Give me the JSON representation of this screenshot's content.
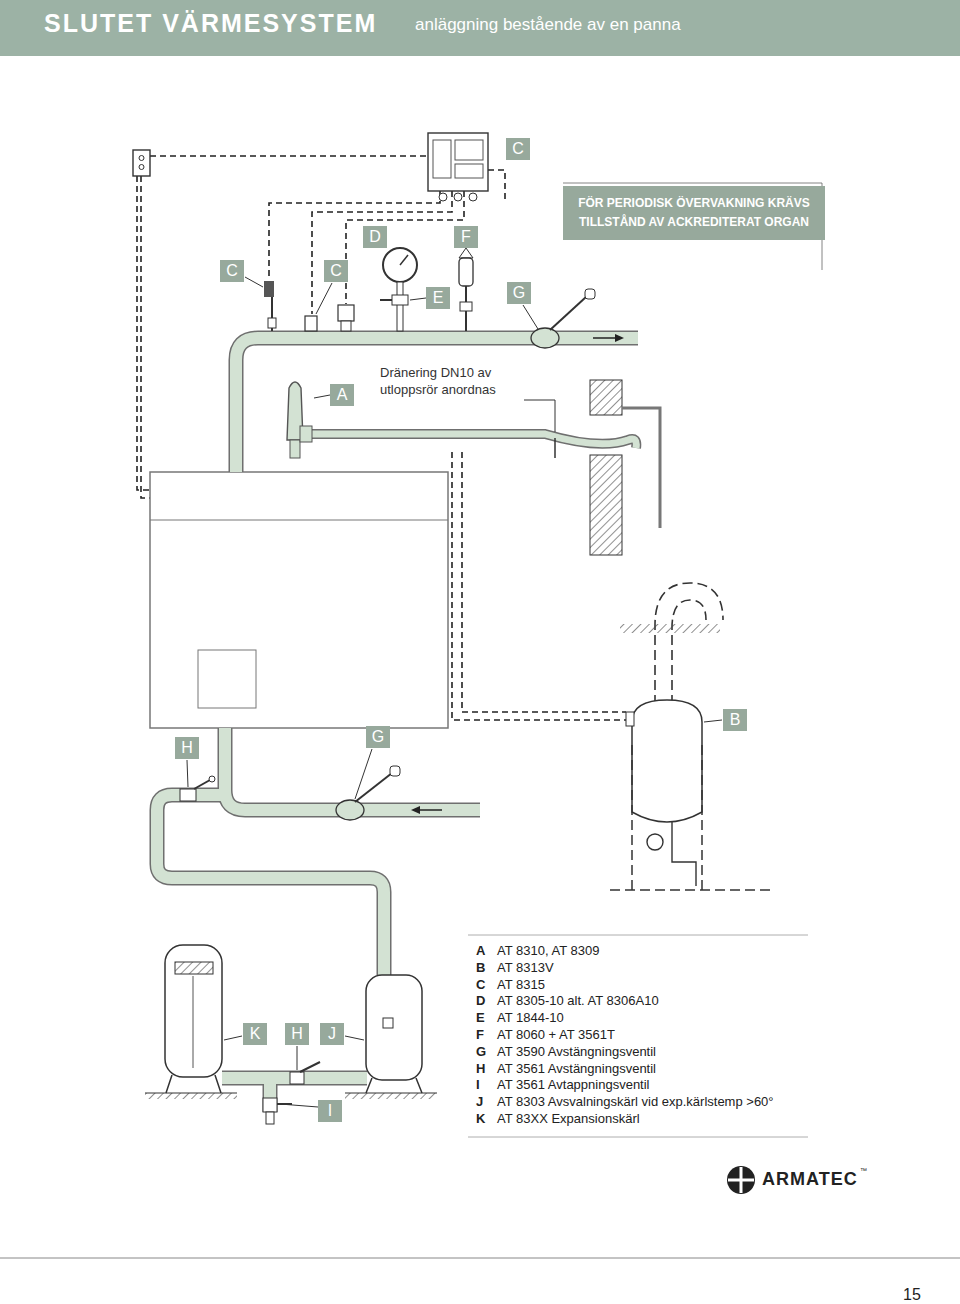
{
  "diagram": {
    "title": "SLUTET VÄRMESYSTEM",
    "nodes": [
      {
        "text": [
          "C"
        ]
      },
      {
        "text": [
          "FÖR PERIODISK ÖVERVAKNING KRÄVS TILLSTÅND AV ACKREDITERAT ORGAN"
        ]
      },
      {
        "text": [
          "D"
        ]
      },
      {
        "text": [
          "F"
        ]
      },
      {
        "text": [
          "C"
        ]
      },
      {
        "text": [
          "C"
        ]
      },
      {
        "text": [
          "G"
        ]
      },
      {
        "text": [
          "E"
        ]
      },
      {
        "text": [
          "A"
        ]
      },
      {
        "text": [
          "B"
        ]
      },
      {
        "text": [
          "G"
        ]
      },
      {
        "text": [
          "H"
        ]
      },
      {
        "text": [
          "K"
        ]
      },
      {
        "text": [
          "H"
        ]
      },
      {
        "text": [
          "J"
        ]
      },
      {
        "text": [
          "I"
        ]
      }
    ],
    "labels": [
      "anläggning bestående av en panna",
      "Dränering DN10 av utloppsrör anordnas",
      "A",
      "AT 8310, AT 8309",
      "B",
      "AT 8313V",
      "C",
      "AT 8315",
      "D",
      "AT 8305-10 alt. AT 8306A10",
      "E",
      "AT 1844-10",
      "F",
      "AT 8060 + AT 3561T",
      "G",
      "AT 3590 Avstängningsventil",
      "H",
      "AT 3561 Avstängningsventil",
      "I",
      "AT 3561 Avtappningsventil",
      "J",
      "AT 8303 Avsvalningskärl vid exp.kärlstemp >60°",
      "K",
      "AT 83XX Expansionskärl",
      "ARMATEC",
      "™",
      "15"
    ]
  }
}
